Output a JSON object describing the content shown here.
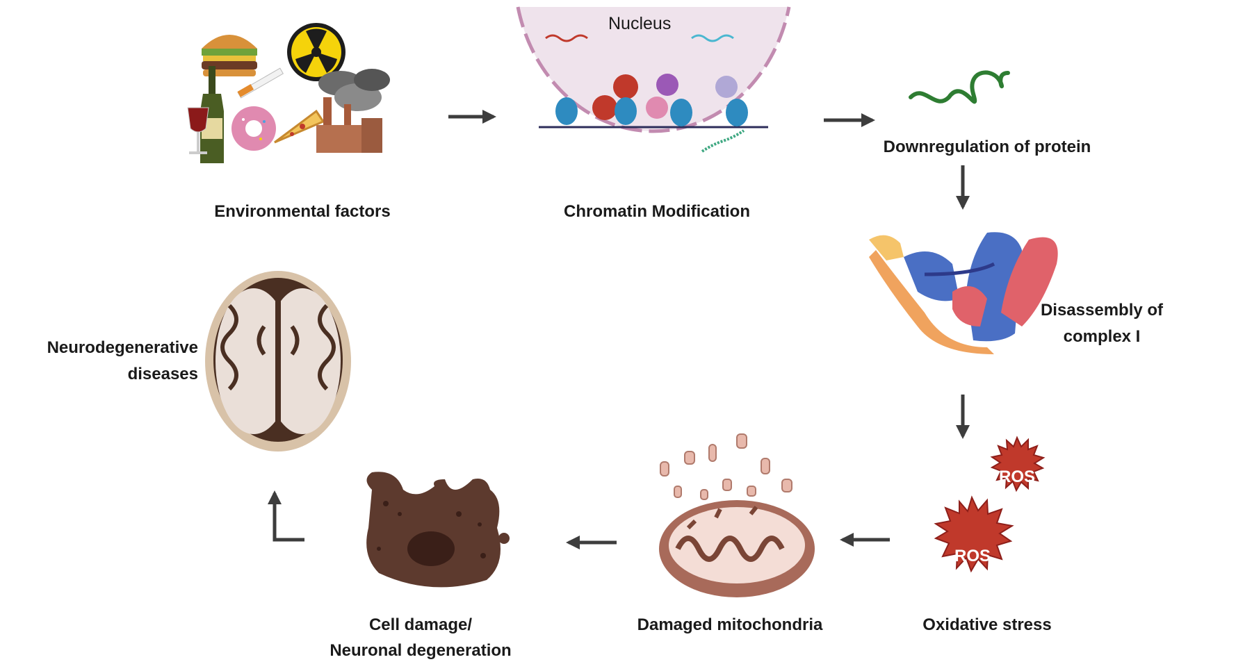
{
  "labels": {
    "environmental": "Environmental factors",
    "chromatin": "Chromatin Modification",
    "nucleus": "Nucleus",
    "downregulation": "Downregulation of protein",
    "disassembly_line1": "Disassembly of",
    "disassembly_line2": "complex I",
    "oxidative": "Oxidative stress",
    "mitochondria": "Damaged mitochondria",
    "cell_line1": "Cell damage/",
    "cell_line2": "Neuronal degeneration",
    "neuro_line1": "Neurodegenerative",
    "neuro_line2": "diseases",
    "ros1": "ROS",
    "ros2": "ROS"
  },
  "colors": {
    "arrow": "#3d3d3d",
    "ros_star": "#c0392b",
    "nucleus_fill": "#efe3ec",
    "nucleus_border": "#c28bb0",
    "protein_strand": "#2e7d32",
    "complex_blue": "#4a6fc4",
    "complex_red": "#e0626a",
    "complex_orange": "#f0a35e",
    "mito_outer": "#a86a5a",
    "mito_inner": "#f4ddd6",
    "cell_fill": "#5d3a2e",
    "cell_core": "#3a1f18",
    "brain_outer": "#d8c2a8",
    "brain_dark": "#4a2f22",
    "brain_light": "#eadfd8"
  }
}
